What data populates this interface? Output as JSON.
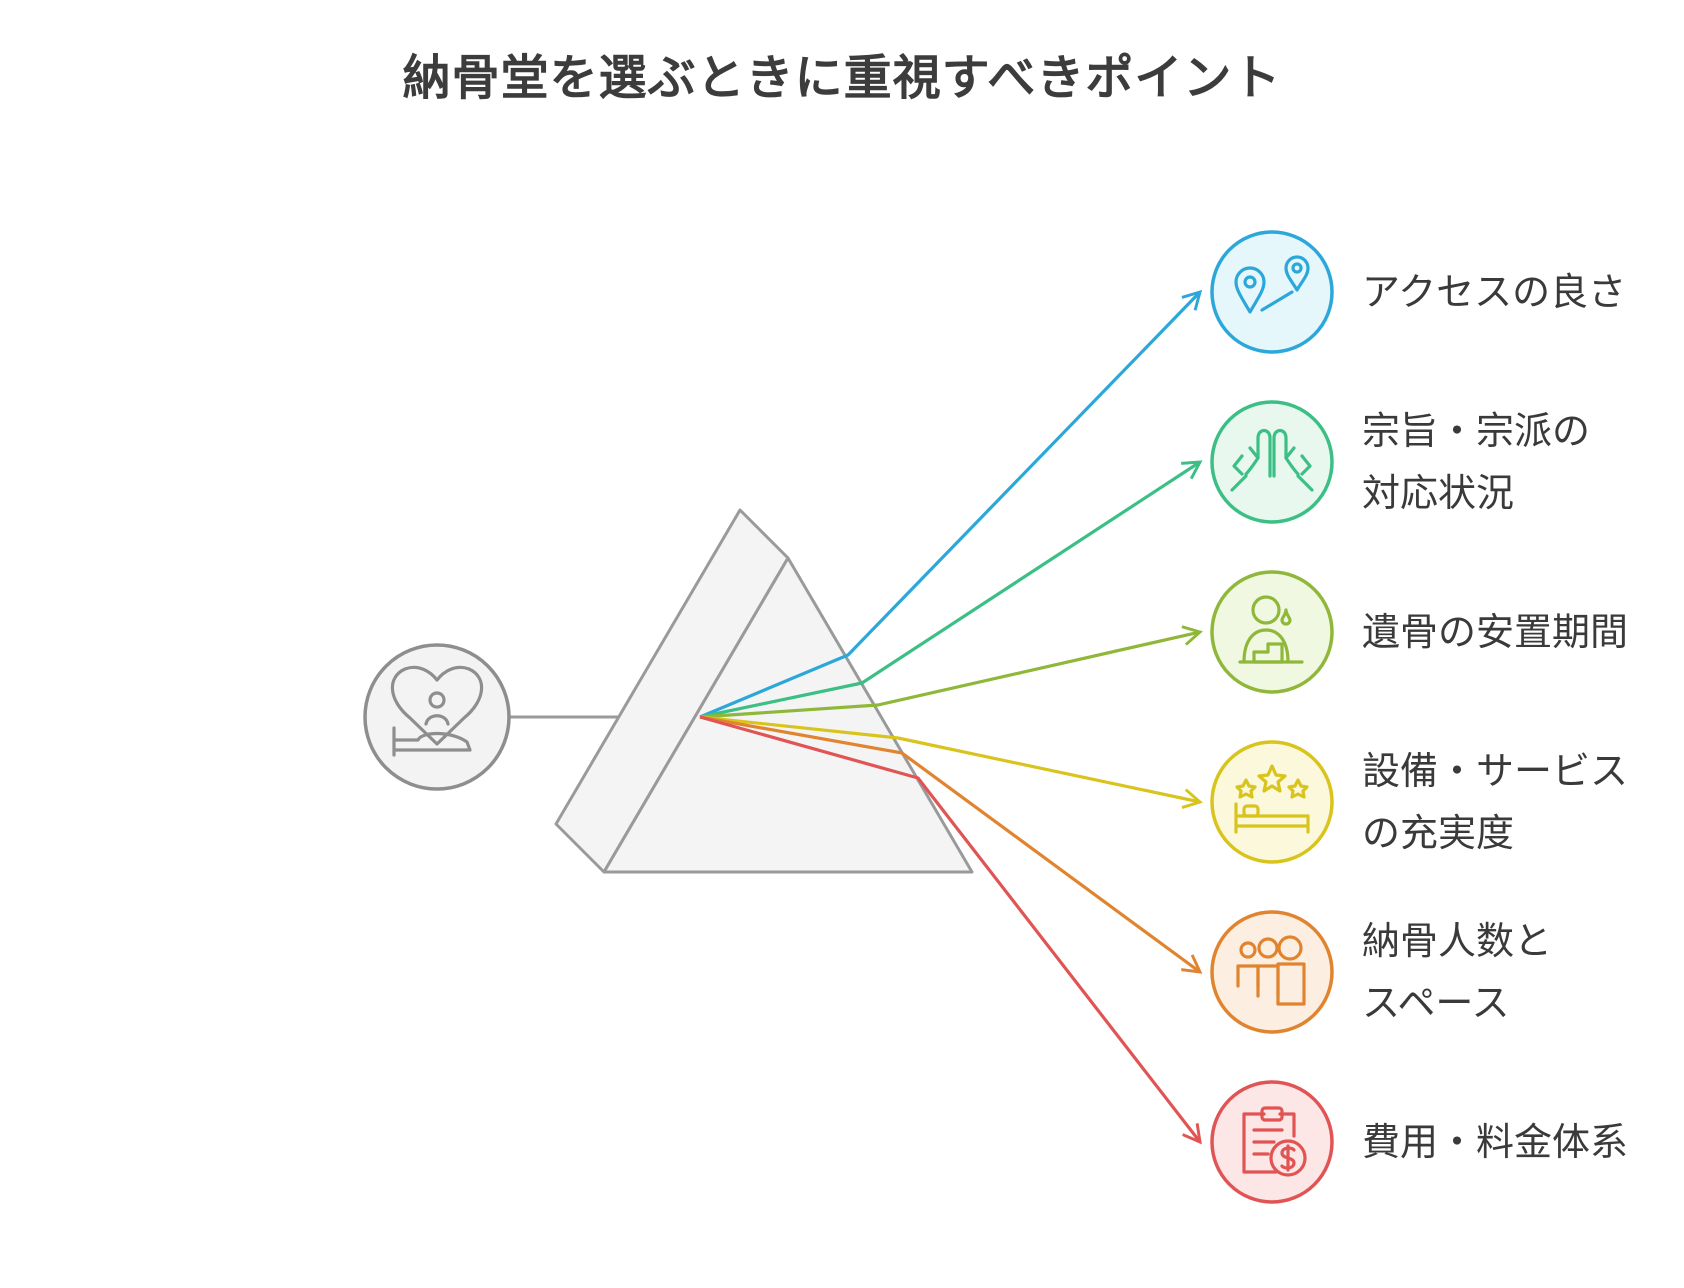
{
  "title": "納骨堂を選ぶときに重視すべきポイント",
  "source": {
    "icon": "heart-person-bed-icon",
    "color": "#8e8e8e"
  },
  "items": [
    {
      "lines": [
        "アクセスの良さ"
      ],
      "icon": "map-pins-route-icon",
      "color": "#2ba8d9",
      "fill": "#e6f7fc"
    },
    {
      "lines": [
        "宗旨・宗派の",
        "対応状況"
      ],
      "icon": "praying-hands-icon",
      "color": "#3cbf85",
      "fill": "#e8f8ef"
    },
    {
      "lines": [
        "遺骨の安置期間"
      ],
      "icon": "grieving-person-icon",
      "color": "#8fb83a",
      "fill": "#f1f8e2"
    },
    {
      "lines": [
        "設備・サービス",
        "の充実度"
      ],
      "icon": "stars-bed-icon",
      "color": "#d9c41e",
      "fill": "#fbf8dc"
    },
    {
      "lines": [
        "納骨人数と",
        "スペース"
      ],
      "icon": "group-people-icon",
      "color": "#e0842f",
      "fill": "#fcefe2"
    },
    {
      "lines": [
        "費用・料金体系"
      ],
      "icon": "clipboard-dollar-icon",
      "color": "#e05454",
      "fill": "#fce6e6"
    }
  ]
}
